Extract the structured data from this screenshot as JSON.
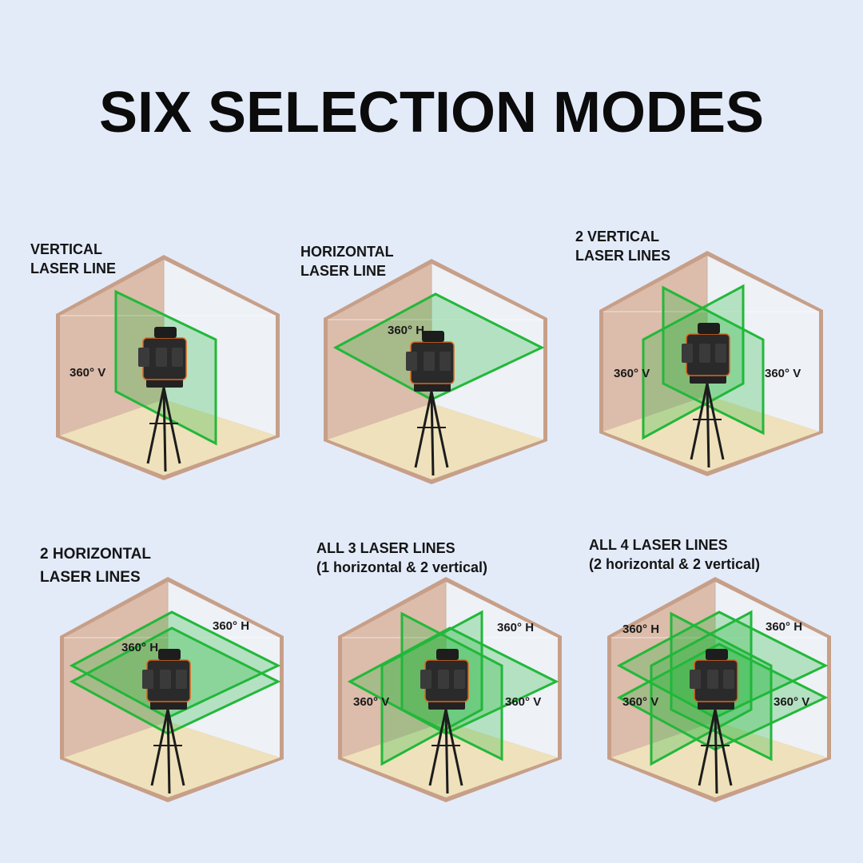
{
  "title": "SIX SELECTION MODES",
  "colors": {
    "background": "#e3ebf9",
    "laser": "#22b83a",
    "accent": "#e0651e"
  },
  "modes": [
    {
      "line1": "VERTICAL",
      "line2": "LASER LINE",
      "tags": [
        "360° V"
      ]
    },
    {
      "line1": "HORIZONTAL",
      "line2": "LASER LINE",
      "tags": [
        "360° H"
      ]
    },
    {
      "line1": "2 VERTICAL",
      "line2": "LASER LINES",
      "tags": [
        "360° V",
        "360° V"
      ]
    },
    {
      "line1": "2 HORIZONTAL",
      "line2": "LASER LINES",
      "tags": [
        "360° H",
        "360° H"
      ]
    },
    {
      "line1": "ALL 3 LASER LINES",
      "line2": "(1 horizontal & 2 vertical)",
      "tags": [
        "360° H",
        "360° V",
        "360° V"
      ]
    },
    {
      "line1": "ALL 4 LASER LINES",
      "line2": "(2 horizontal & 2 vertical)",
      "tags": [
        "360° H",
        "360° H",
        "360° V",
        "360° V"
      ]
    }
  ]
}
